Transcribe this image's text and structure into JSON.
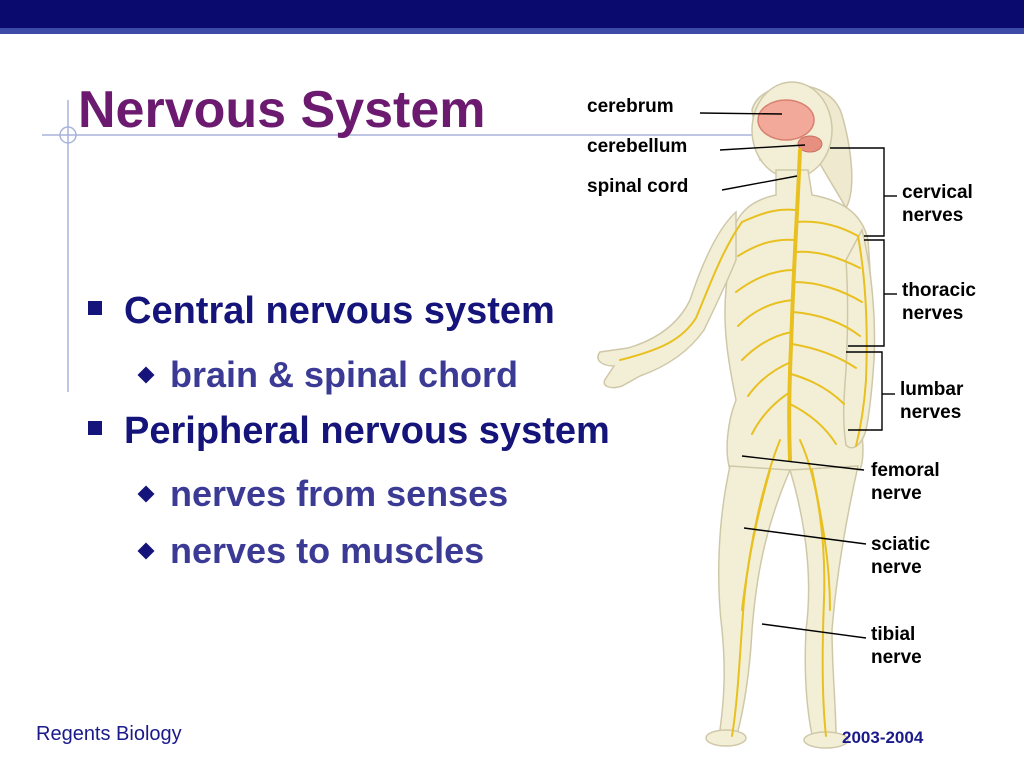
{
  "slide": {
    "title": "Nervous System",
    "bullets": [
      {
        "text": "Central nervous system",
        "sub": [
          "brain & spinal chord"
        ]
      },
      {
        "text": "Peripheral nervous system",
        "sub": [
          "nerves from senses",
          "nerves to muscles"
        ]
      }
    ],
    "footer_left": "Regents Biology",
    "footer_right": "2003-2004"
  },
  "diagram_labels": {
    "cerebrum": "cerebrum",
    "cerebellum": "cerebellum",
    "spinal_cord": "spinal cord",
    "cervical": "cervical\nnerves",
    "thoracic": "thoracic\nnerves",
    "lumbar": "lumbar\nnerves",
    "femoral": "femoral\nnerve",
    "sciatic": "sciatic\nnerve",
    "tibial": "tibial\nnerve"
  },
  "colors": {
    "header": "#0a0a6e",
    "title": "#6b1a6f",
    "bullet_text": "#14147a",
    "sub_text": "#3b3b96",
    "nerve": "#e8c020",
    "skin": "#f3efd7"
  }
}
